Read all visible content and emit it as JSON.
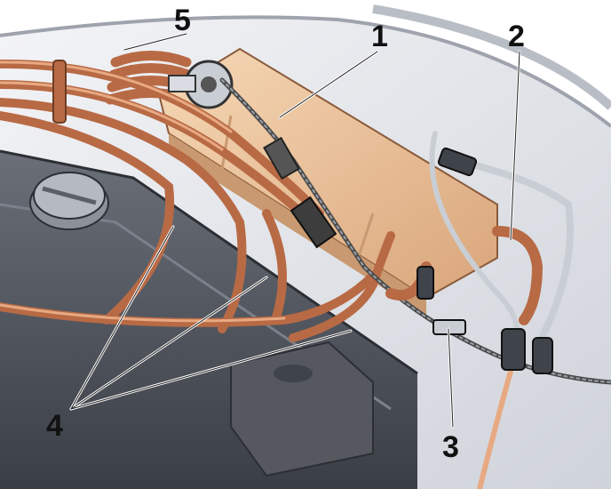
{
  "callouts": [
    {
      "id": "c1",
      "label": "1"
    },
    {
      "id": "c2",
      "label": "2"
    },
    {
      "id": "c3",
      "label": "3"
    },
    {
      "id": "c4",
      "label": "4"
    },
    {
      "id": "c5",
      "label": "5"
    }
  ],
  "colors": {
    "background": "#ffffff",
    "body_panel": "#e6e8ee",
    "body_shadow": "#9ea3ad",
    "engine_cover": "#5b6068",
    "engine_cover_dark": "#3f434a",
    "hose": "#b86a45",
    "hose_highlight": "#e7a982",
    "canister": "#f0c9a2",
    "canister_shadow": "#c99971",
    "metal": "#c9ced5",
    "cable": "#4a4a4a",
    "leader": "#ffffff"
  }
}
